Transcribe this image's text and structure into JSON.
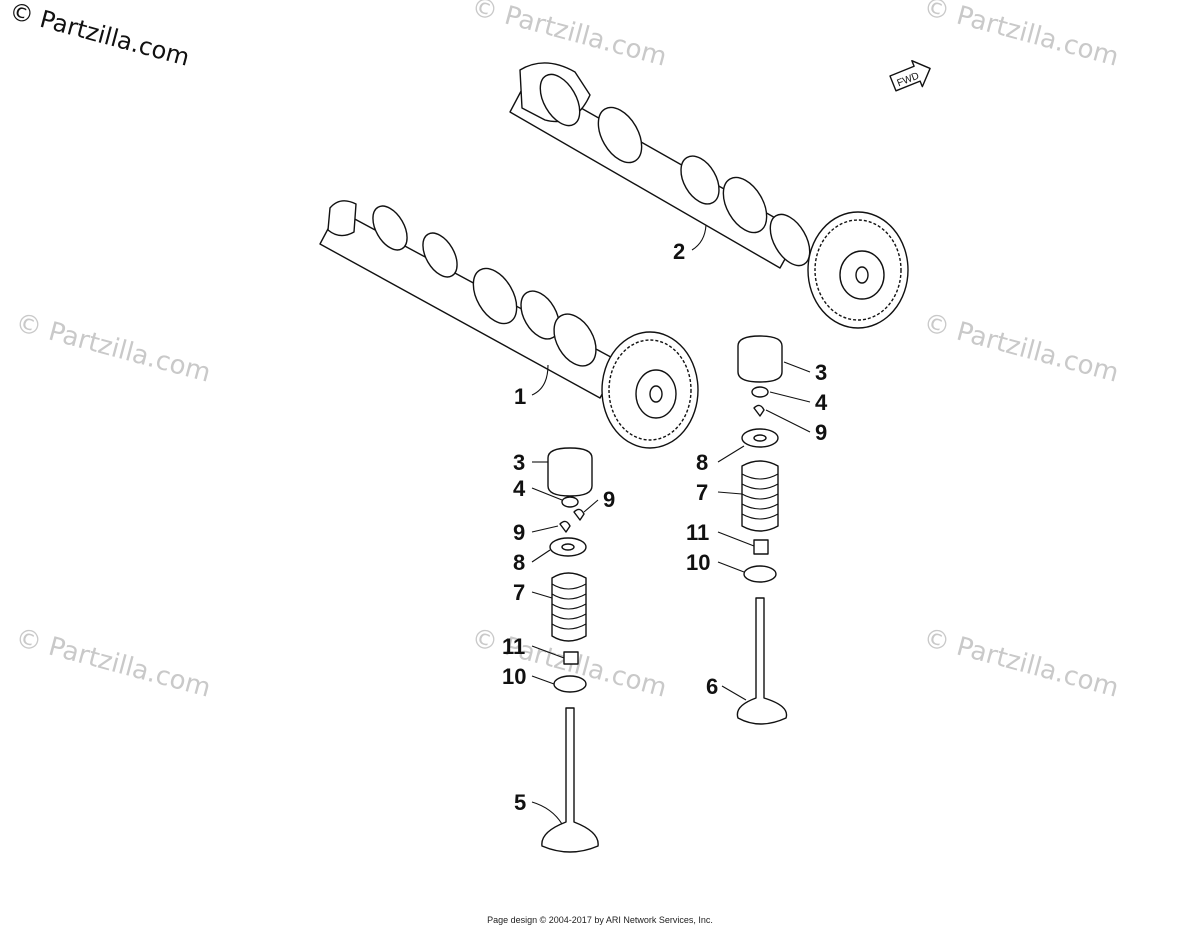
{
  "watermarks": {
    "main": "© Partzilla.com",
    "repeat": "© Partzilla.com"
  },
  "fwd_badge": "FWD",
  "callouts": {
    "c1": "1",
    "c2": "2",
    "c3a": "3",
    "c4a": "4",
    "c9a": "9",
    "c9b": "9",
    "c8a": "8",
    "c7a": "7",
    "c11a": "11",
    "c10a": "10",
    "c5": "5",
    "c3b": "3",
    "c4b": "4",
    "c9c": "9",
    "c8b": "8",
    "c7b": "7",
    "c11b": "11",
    "c10b": "10",
    "c6": "6"
  },
  "footer": "Page design © 2004-2017 by ARI Network Services, Inc."
}
